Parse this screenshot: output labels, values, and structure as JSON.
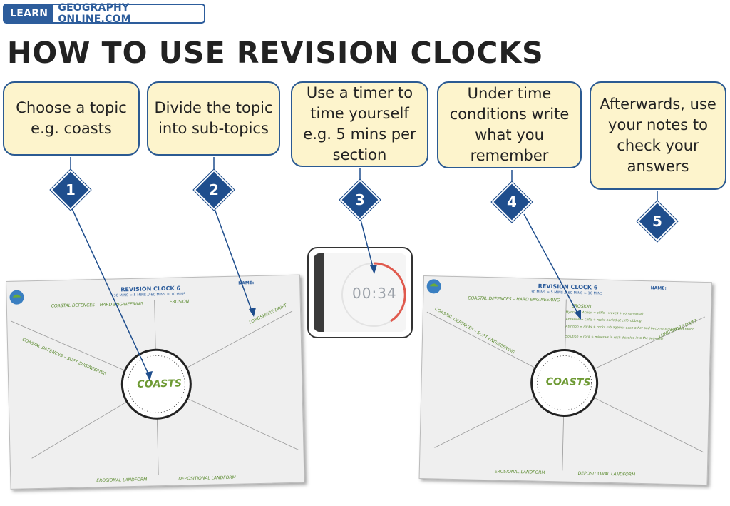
{
  "header": {
    "logo_learn": "LEARN",
    "logo_rest": "GEOGRAPHY ONLINE.COM",
    "title": "HOW TO USE REVISION CLOCKS"
  },
  "steps": [
    {
      "number": "1",
      "text": "Choose a topic e.g. coasts"
    },
    {
      "number": "2",
      "text": "Divide the topic into sub-topics"
    },
    {
      "number": "3",
      "text": "Use a timer to time yourself e.g. 5 mins per section"
    },
    {
      "number": "4",
      "text": "Under time conditions write what you remember"
    },
    {
      "number": "5",
      "text": "Afterwards, use your notes to check your answers"
    }
  ],
  "timer": {
    "display": "00:34"
  },
  "sheet_left": {
    "title": "REVISION CLOCK 6",
    "subtitle": "30 MINS = 5 MINS  // 60 MINS = 10 MINS",
    "name_label": "NAME:",
    "sections": {
      "hard": "COASTAL DEFENCES – HARD ENGINEERING",
      "erosion": "EROSION",
      "soft": "COASTAL DEFENCES – SOFT ENGINEERING",
      "drift": "LONGSHORE DRIFT",
      "erosional": "EROSIONAL LANDFORM",
      "depositional": "DEPOSITIONAL LANDFORM"
    },
    "clock_word": "COASTS"
  },
  "sheet_right": {
    "title": "REVISION CLOCK 6",
    "subtitle": "30 MINS = 5 MINS  // 60 MINS = 10 MINS",
    "name_label": "NAME:",
    "sections": {
      "hard": "COASTAL DEFENCES – HARD ENGINEERING",
      "erosion": "EROSION",
      "soft": "COASTAL DEFENCES – SOFT ENGINEERING",
      "drift": "LONGSHORE DRIFT",
      "erosional": "EROSIONAL LANDFORM",
      "depositional": "DEPOSITIONAL LANDFORM"
    },
    "notes": [
      "Hydraulic Action = cliffs – waves + compress air",
      "Abrasion = cliffs + rocks hurled at cliff/rubbing",
      "Attrition = rocks + rocks rub against each other and become smooth and round",
      "Solution = rock + minerals in rock dissolve into the seawater"
    ],
    "clock_word": "COASTS"
  },
  "colors": {
    "navy": "#1f4e8d",
    "box_fill": "#fdf4cc",
    "box_border": "#2b5a92",
    "green_text": "#5a8a2e",
    "timer_arc": "#e05a4e"
  }
}
